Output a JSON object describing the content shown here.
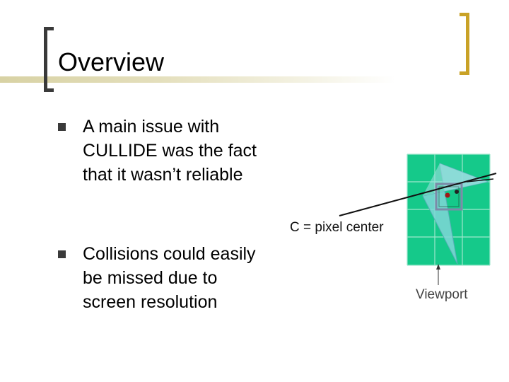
{
  "slide": {
    "title": "Overview",
    "bullets": [
      {
        "text": "A main issue with CULLIDE was the fact that it wasn’t reliable"
      },
      {
        "text": "Collisions could easily be missed due to screen resolution"
      }
    ]
  },
  "figure": {
    "pixel_center_label": "C = pixel center",
    "viewport_label": "Viewport",
    "colors": {
      "grid_fill": "#15c98a",
      "grid_lines": "#9fe7cd",
      "triangle_fill": "#7fd6d6",
      "highlight_pixel": "#7c8aa8",
      "center_dot": "#a01818"
    }
  }
}
